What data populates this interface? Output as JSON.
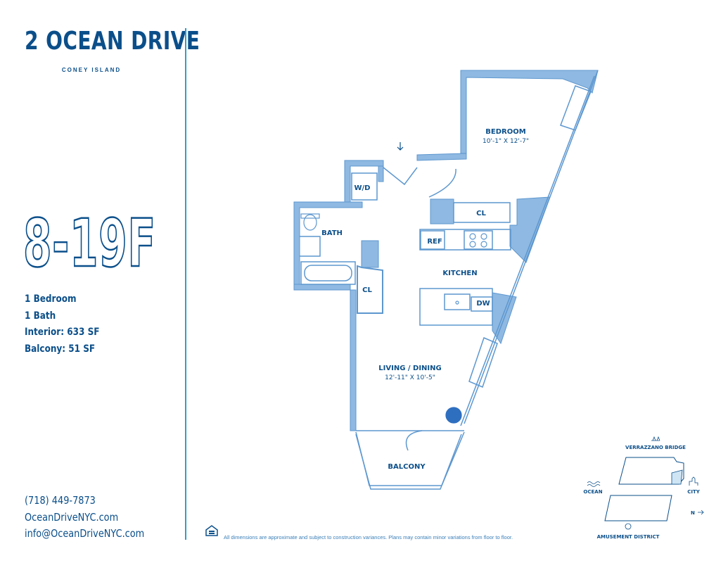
{
  "brand": {
    "title": "2 OCEAN DRIVE",
    "subtitle": "CONEY ISLAND"
  },
  "unit": {
    "name": "8-19F"
  },
  "specs": [
    "1 Bedroom",
    "1 Bath",
    "Interior: 633 SF",
    "Balcony: 51 SF"
  ],
  "contact": {
    "phone": "(718) 449-7873",
    "website": "OceanDriveNYC.com",
    "email": "info@OceanDriveNYC.com"
  },
  "rooms": {
    "bedroom": {
      "name": "BEDROOM",
      "dimensions": "10'-1\" X 12'-7\""
    },
    "living": {
      "name": "LIVING / DINING",
      "dimensions": "12'-11\" X 10'-5\""
    },
    "kitchen": "KITCHEN",
    "bath": "BATH",
    "balcony": "BALCONY",
    "closet_bedroom": "CL",
    "closet_living": "CL",
    "washer_dryer": "W/D",
    "refrigerator": "REF",
    "dishwasher": "DW"
  },
  "locator_map": {
    "verrazzano": "VERRAZZANO BRIDGE",
    "ocean": "OCEAN",
    "city": "CITY",
    "north": "N",
    "amusement": "AMUSEMENT DISTRICT"
  },
  "disclaimer": "All dimensions are approximate and subject to construction variances. Plans may contain minor variations from floor to floor.",
  "colors": {
    "brand": "#0b4f8a",
    "wall": "#8fb9e2",
    "accent": "#2f9ec5"
  }
}
